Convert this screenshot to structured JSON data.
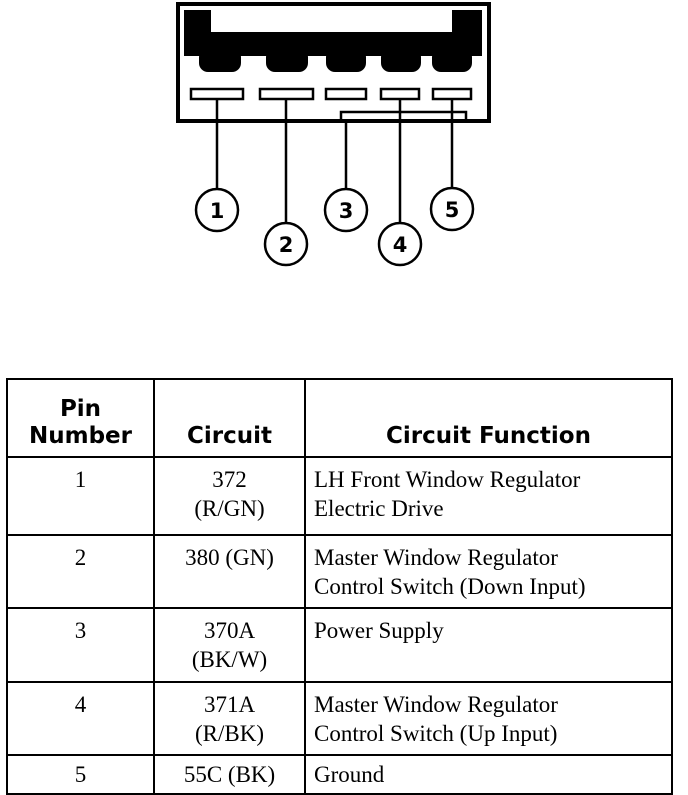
{
  "connector_pins": [
    "1",
    "2",
    "3",
    "4",
    "5"
  ],
  "table": {
    "headers": {
      "pin": [
        "Pin",
        "Number"
      ],
      "circuit": "Circuit",
      "function": "Circuit Function"
    },
    "rows": [
      {
        "pin": "1",
        "circuit": [
          "372",
          "(R/GN)"
        ],
        "function": [
          "LH Front Window Regulator",
          "Electric Drive"
        ]
      },
      {
        "pin": "2",
        "circuit": [
          "380 (GN)"
        ],
        "function": [
          "Master Window Regulator",
          "Control Switch (Down Input)"
        ]
      },
      {
        "pin": "3",
        "circuit": [
          "370A",
          "(BK/W)"
        ],
        "function": [
          "Power Supply"
        ]
      },
      {
        "pin": "4",
        "circuit": [
          "371A",
          "(R/BK)"
        ],
        "function": [
          "Master Window Regulator",
          "Control Switch (Up Input)"
        ]
      },
      {
        "pin": "5",
        "circuit": [
          "55C (BK)"
        ],
        "function": [
          "Ground"
        ]
      }
    ]
  }
}
